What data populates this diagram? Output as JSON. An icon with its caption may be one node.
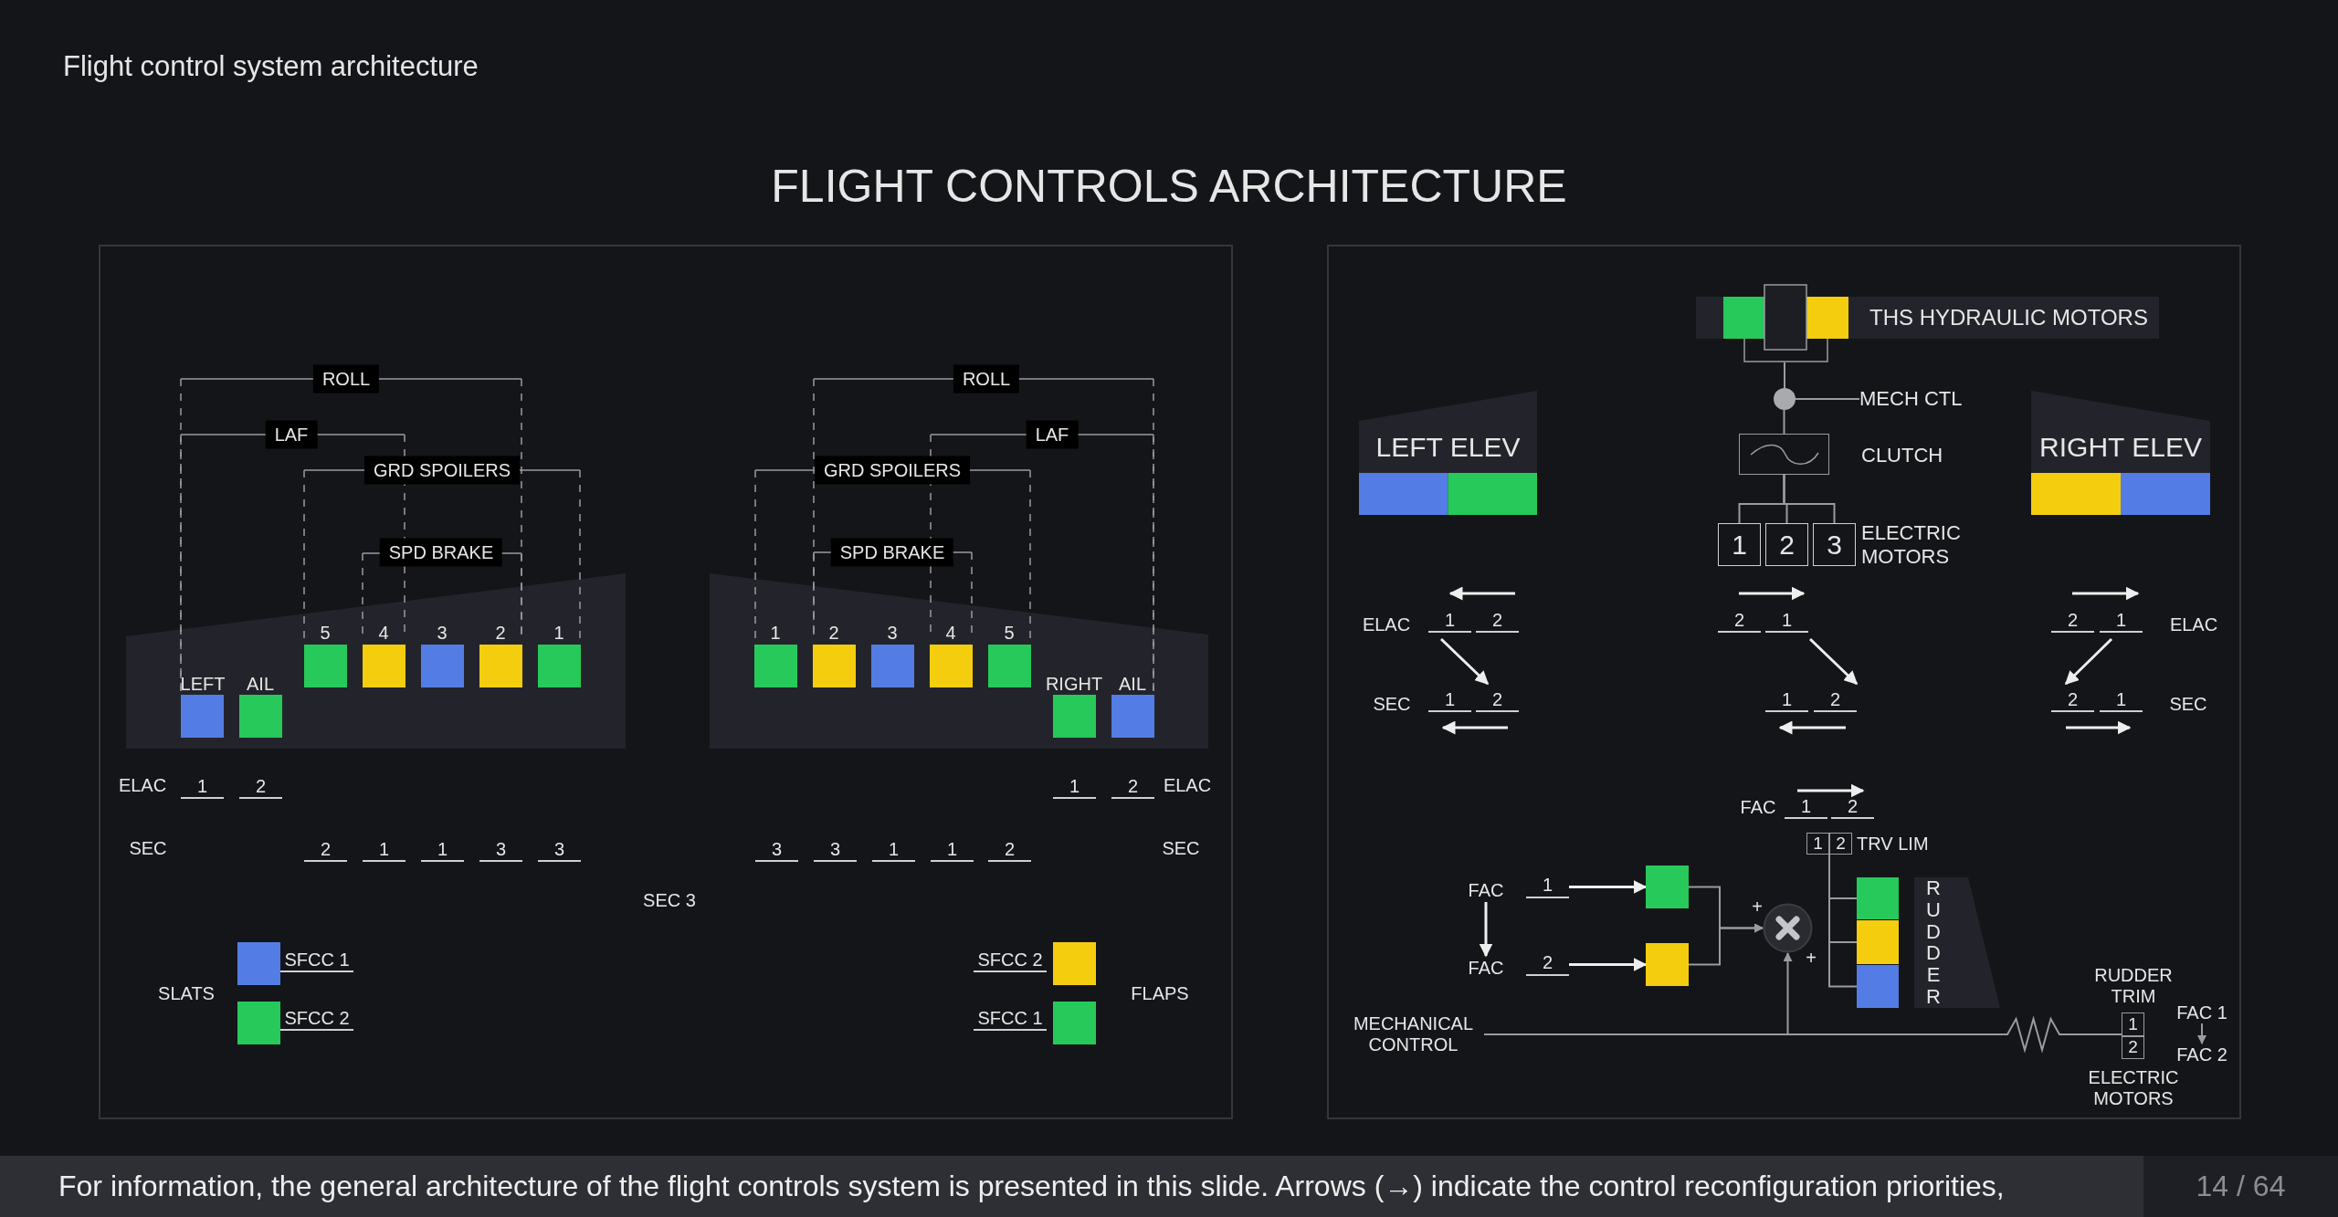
{
  "diagram": {
    "title": "FLIGHT CONTROLS ARCHITECTURE",
    "caption": "For information, the general architecture of the flight controls system is presented in this slide. Arrows (→) indicate the control reconfiguration priorities,",
    "nodes": [
      {
        "text": [
          "THS HYDRAULIC MOTORS"
        ]
      },
      {
        "text": [],
        "shape": "circle"
      },
      {
        "text": [
          "MECH CTL"
        ]
      },
      {
        "text": [],
        "shape": "box",
        "beside": [
          "CLUTCH"
        ]
      },
      {
        "text": [
          "LEFT ELEV"
        ]
      },
      {
        "text": [
          "RIGHT ELEV"
        ]
      },
      {
        "text": [
          "1"
        ]
      },
      {
        "text": [
          "2"
        ]
      },
      {
        "text": [
          "3"
        ]
      },
      {
        "text": [
          "1",
          "2"
        ],
        "beside": [
          "TRV LIM"
        ]
      },
      {
        "text": [
          "FAC"
        ]
      },
      {
        "text": [
          "1"
        ]
      },
      {
        "text": [],
        "shape": "box"
      },
      {
        "text": [],
        "shape": "circle"
      },
      {
        "text": [],
        "shape": "box"
      },
      {
        "text": [],
        "shape": "box"
      },
      {
        "text": [],
        "shape": "box"
      },
      {
        "text": [
          "RUDDER"
        ]
      },
      {
        "text": [
          "FAC"
        ]
      },
      {
        "text": [
          "2"
        ]
      },
      {
        "text": [],
        "shape": "box"
      },
      {
        "text": [
          "MECHANICAL CONTROL"
        ]
      },
      {
        "text": [
          "1",
          "2"
        ],
        "beside": [
          "RUDDER TRIM",
          "ELECTRIC MOTORS"
        ]
      },
      {
        "text": [
          "FAC 1"
        ]
      },
      {
        "text": [
          "FAC 2"
        ]
      },
      {
        "text": [],
        "shape": "box"
      },
      {
        "text": [],
        "shape": "box"
      },
      {
        "text": [],
        "shape": "box"
      },
      {
        "text": [],
        "shape": "box"
      },
      {
        "text": [],
        "shape": "box"
      },
      {
        "text": [],
        "shape": "box"
      },
      {
        "text": [],
        "shape": "box"
      },
      {
        "text": [],
        "shape": "box"
      },
      {
        "text": [],
        "shape": "box"
      },
      {
        "text": [],
        "shape": "box"
      },
      {
        "text": [],
        "shape": "box"
      },
      {
        "text": [],
        "shape": "box"
      },
      {
        "text": [],
        "shape": "box"
      },
      {
        "text": [],
        "shape": "box"
      },
      {
        "text": [],
        "shape": "box",
        "beside": [
          "SFCC 1"
        ]
      },
      {
        "text": [],
        "shape": "box",
        "beside": [
          "SFCC 2"
        ]
      },
      {
        "text": [],
        "shape": "box",
        "beside": [
          "SFCC 2"
        ]
      },
      {
        "text": [],
        "shape": "box",
        "beside": [
          "SFCC 1"
        ]
      }
    ],
    "edges": [
      {
        "from": 0,
        "to": 1,
        "arrow": "none"
      },
      {
        "from": 2,
        "to": 1,
        "arrow": "none"
      },
      {
        "from": 1,
        "to": 3,
        "arrow": "none"
      },
      {
        "from": 3,
        "to": 6,
        "arrow": "none"
      },
      {
        "from": 3,
        "to": 7,
        "arrow": "none"
      },
      {
        "from": 3,
        "to": 8,
        "arrow": "none"
      },
      {
        "from": 10,
        "to": 18,
        "arrow": "to",
        "color": "#eeeeee"
      },
      {
        "from": 11,
        "to": 12,
        "arrow": "to",
        "color": "#eeeeee"
      },
      {
        "from": 19,
        "to": 20,
        "arrow": "to",
        "color": "#eeeeee"
      },
      {
        "from": 12,
        "to": 13,
        "arrow": "to"
      },
      {
        "from": 20,
        "to": 13,
        "arrow": "to"
      },
      {
        "from": 21,
        "to": 13,
        "arrow": "to"
      },
      {
        "from": 21,
        "to": 22,
        "arrow": "none"
      },
      {
        "from": 9,
        "to": 14,
        "arrow": "none"
      },
      {
        "from": 9,
        "to": 15,
        "arrow": "none"
      },
      {
        "from": 9,
        "to": 16,
        "arrow": "none"
      },
      {
        "from": 23,
        "to": 24,
        "arrow": "to"
      }
    ],
    "labels": [
      "Flight control system architecture",
      "ROLL",
      "ROLL",
      "LAF",
      "LAF",
      "GRD SPOILERS",
      "GRD SPOILERS",
      "SPD BRAKE",
      "SPD BRAKE",
      "5",
      "4",
      "3",
      "2",
      "1",
      "1",
      "2",
      "3",
      "4",
      "5",
      "LEFT",
      "AIL",
      "RIGHT",
      "AIL",
      "ELAC",
      "1",
      "2",
      "1",
      "2",
      "ELAC",
      "SEC",
      "2",
      "1",
      "1",
      "3",
      "3",
      "3",
      "3",
      "1",
      "1",
      "2",
      "SEC",
      "SEC 3",
      "SLATS",
      "FLAPS",
      "ELECTRIC MOTORS",
      "ELAC",
      "1",
      "2",
      "2",
      "1",
      "2",
      "1",
      "ELAC",
      "SEC",
      "1",
      "2",
      "1",
      "2",
      "2",
      "1",
      "SEC",
      "FAC",
      "1",
      "2",
      "+",
      "+",
      "14 / 64"
    ]
  }
}
